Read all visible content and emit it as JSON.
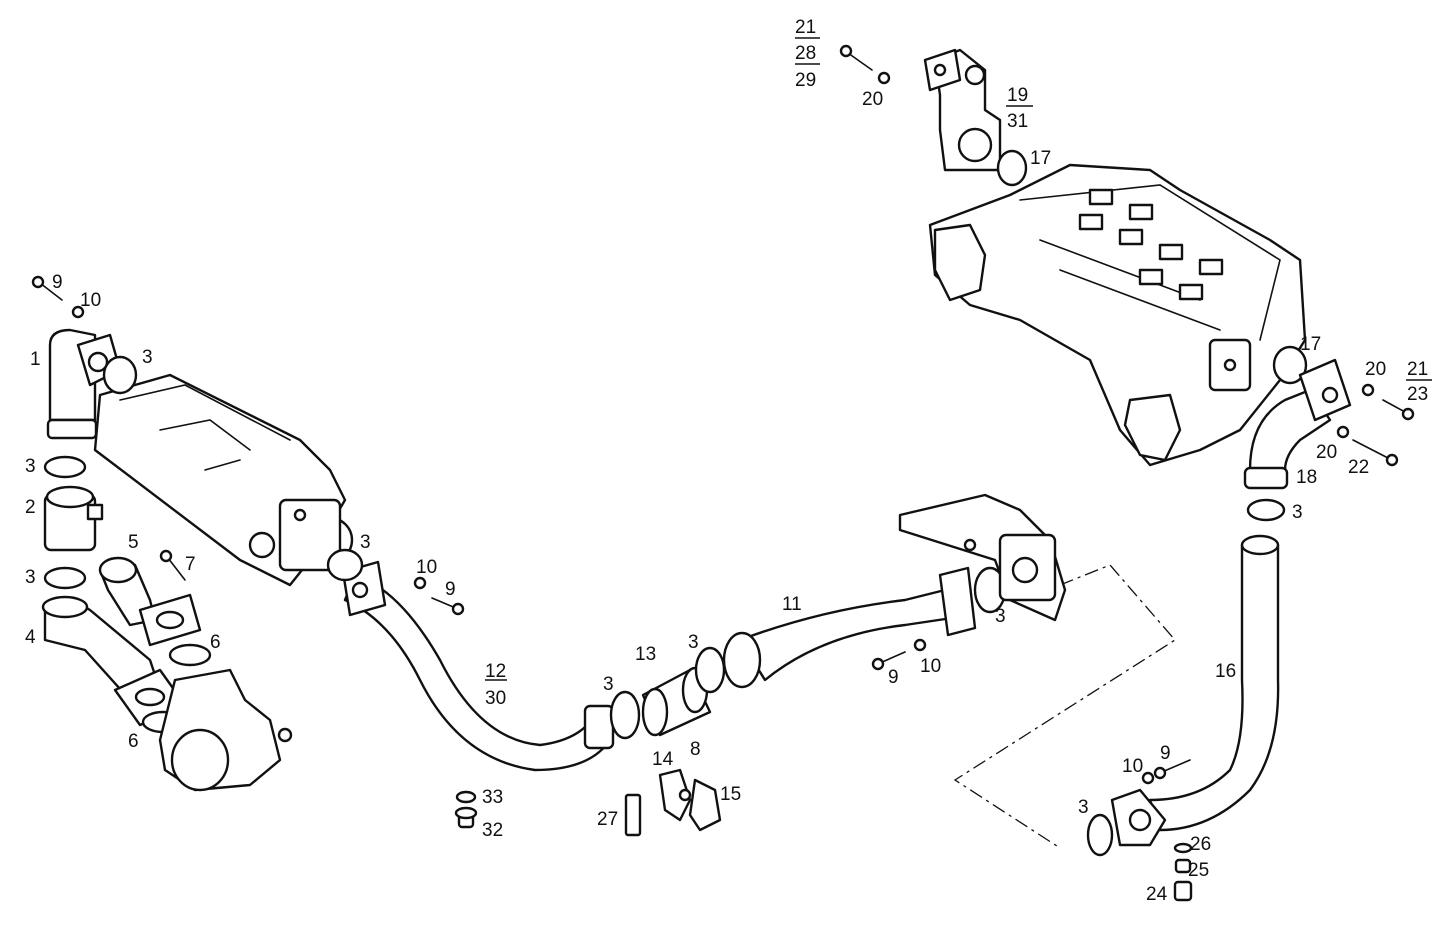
{
  "labels": {
    "p1": "1",
    "p2": "2",
    "p3a": "3",
    "p3b": "3",
    "p3c": "3",
    "p3d": "3",
    "p3e": "3",
    "p3f": "3",
    "p3g": "3",
    "p3h": "3",
    "p3i": "3",
    "p4": "4",
    "p5": "5",
    "p6a": "6",
    "p6b": "6",
    "p7": "7",
    "p8": "8",
    "p9a": "9",
    "p9b": "9",
    "p9c": "9",
    "p9d": "9",
    "p10a": "10",
    "p10b": "10",
    "p10c": "10",
    "p10d": "10",
    "p11": "11",
    "p12": "12",
    "p30": "30",
    "p13": "13",
    "p14": "14",
    "p15": "15",
    "p16": "16",
    "p17a": "17",
    "p17b": "17",
    "p18": "18",
    "p19": "19",
    "p31": "31",
    "p20a": "20",
    "p20b": "20",
    "p20c": "20",
    "p21a": "21",
    "p28": "28",
    "p29": "29",
    "p21b": "21",
    "p23": "23",
    "p22": "22",
    "p24": "24",
    "p25": "25",
    "p26": "26",
    "p27": "27",
    "p32": "32",
    "p33": "33"
  }
}
